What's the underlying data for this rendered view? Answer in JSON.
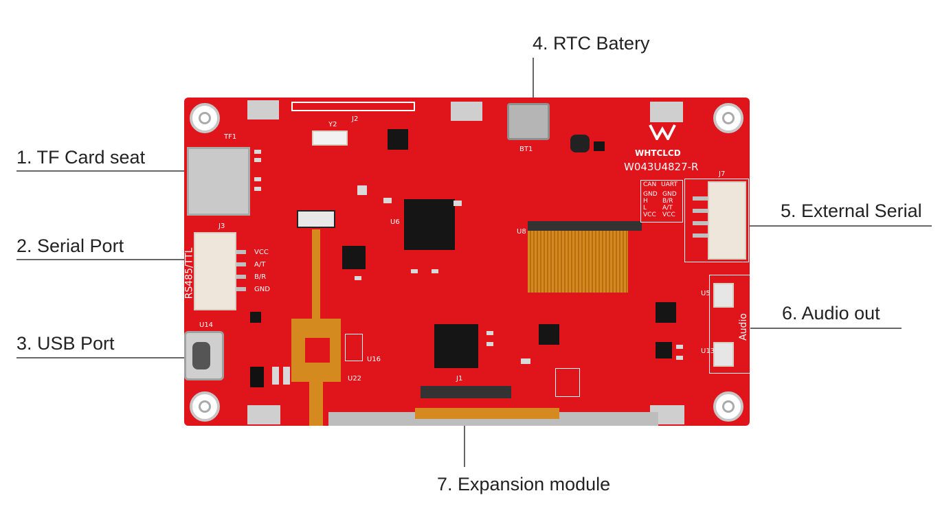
{
  "callouts": {
    "tf_card": "1. TF Card seat",
    "serial_port": "2. Serial Port",
    "usb_port": "3. USB Port",
    "rtc_battery": "4. RTC Batery",
    "external_serial": "5. External Serial",
    "audio_out": "6. Audio out",
    "expansion_module": "7. Expansion module"
  },
  "board": {
    "brand": "WHTCLCD",
    "model": "W043U4827-R",
    "serial_pins": [
      "VCC",
      "A/T",
      "B/R",
      "GND"
    ],
    "can_header": [
      "CAN",
      "GND",
      "H",
      "L",
      "VCC"
    ],
    "uart_header": [
      "UART",
      "GND",
      "B/R",
      "A/T",
      "VCC"
    ],
    "audio_text": "Audio",
    "rs485_text": "RS485/TTL",
    "ref_tf": "TF1",
    "ref_bt": "BT1",
    "ref_u6": "U6",
    "ref_j1": "J1",
    "ref_j7": "J7",
    "ref_u16": "U16",
    "ref_u22": "U22",
    "ref_j3": "J3",
    "ref_u5": "U5",
    "ref_u13": "U13",
    "ref_u14": "U14",
    "ref_u8": "U8",
    "ref_y2": "Y2",
    "ref_j2": "J2"
  },
  "colors": {
    "pcb": "#e0141b",
    "silkscreen": "#ffffff",
    "leader_line": "#666666"
  }
}
